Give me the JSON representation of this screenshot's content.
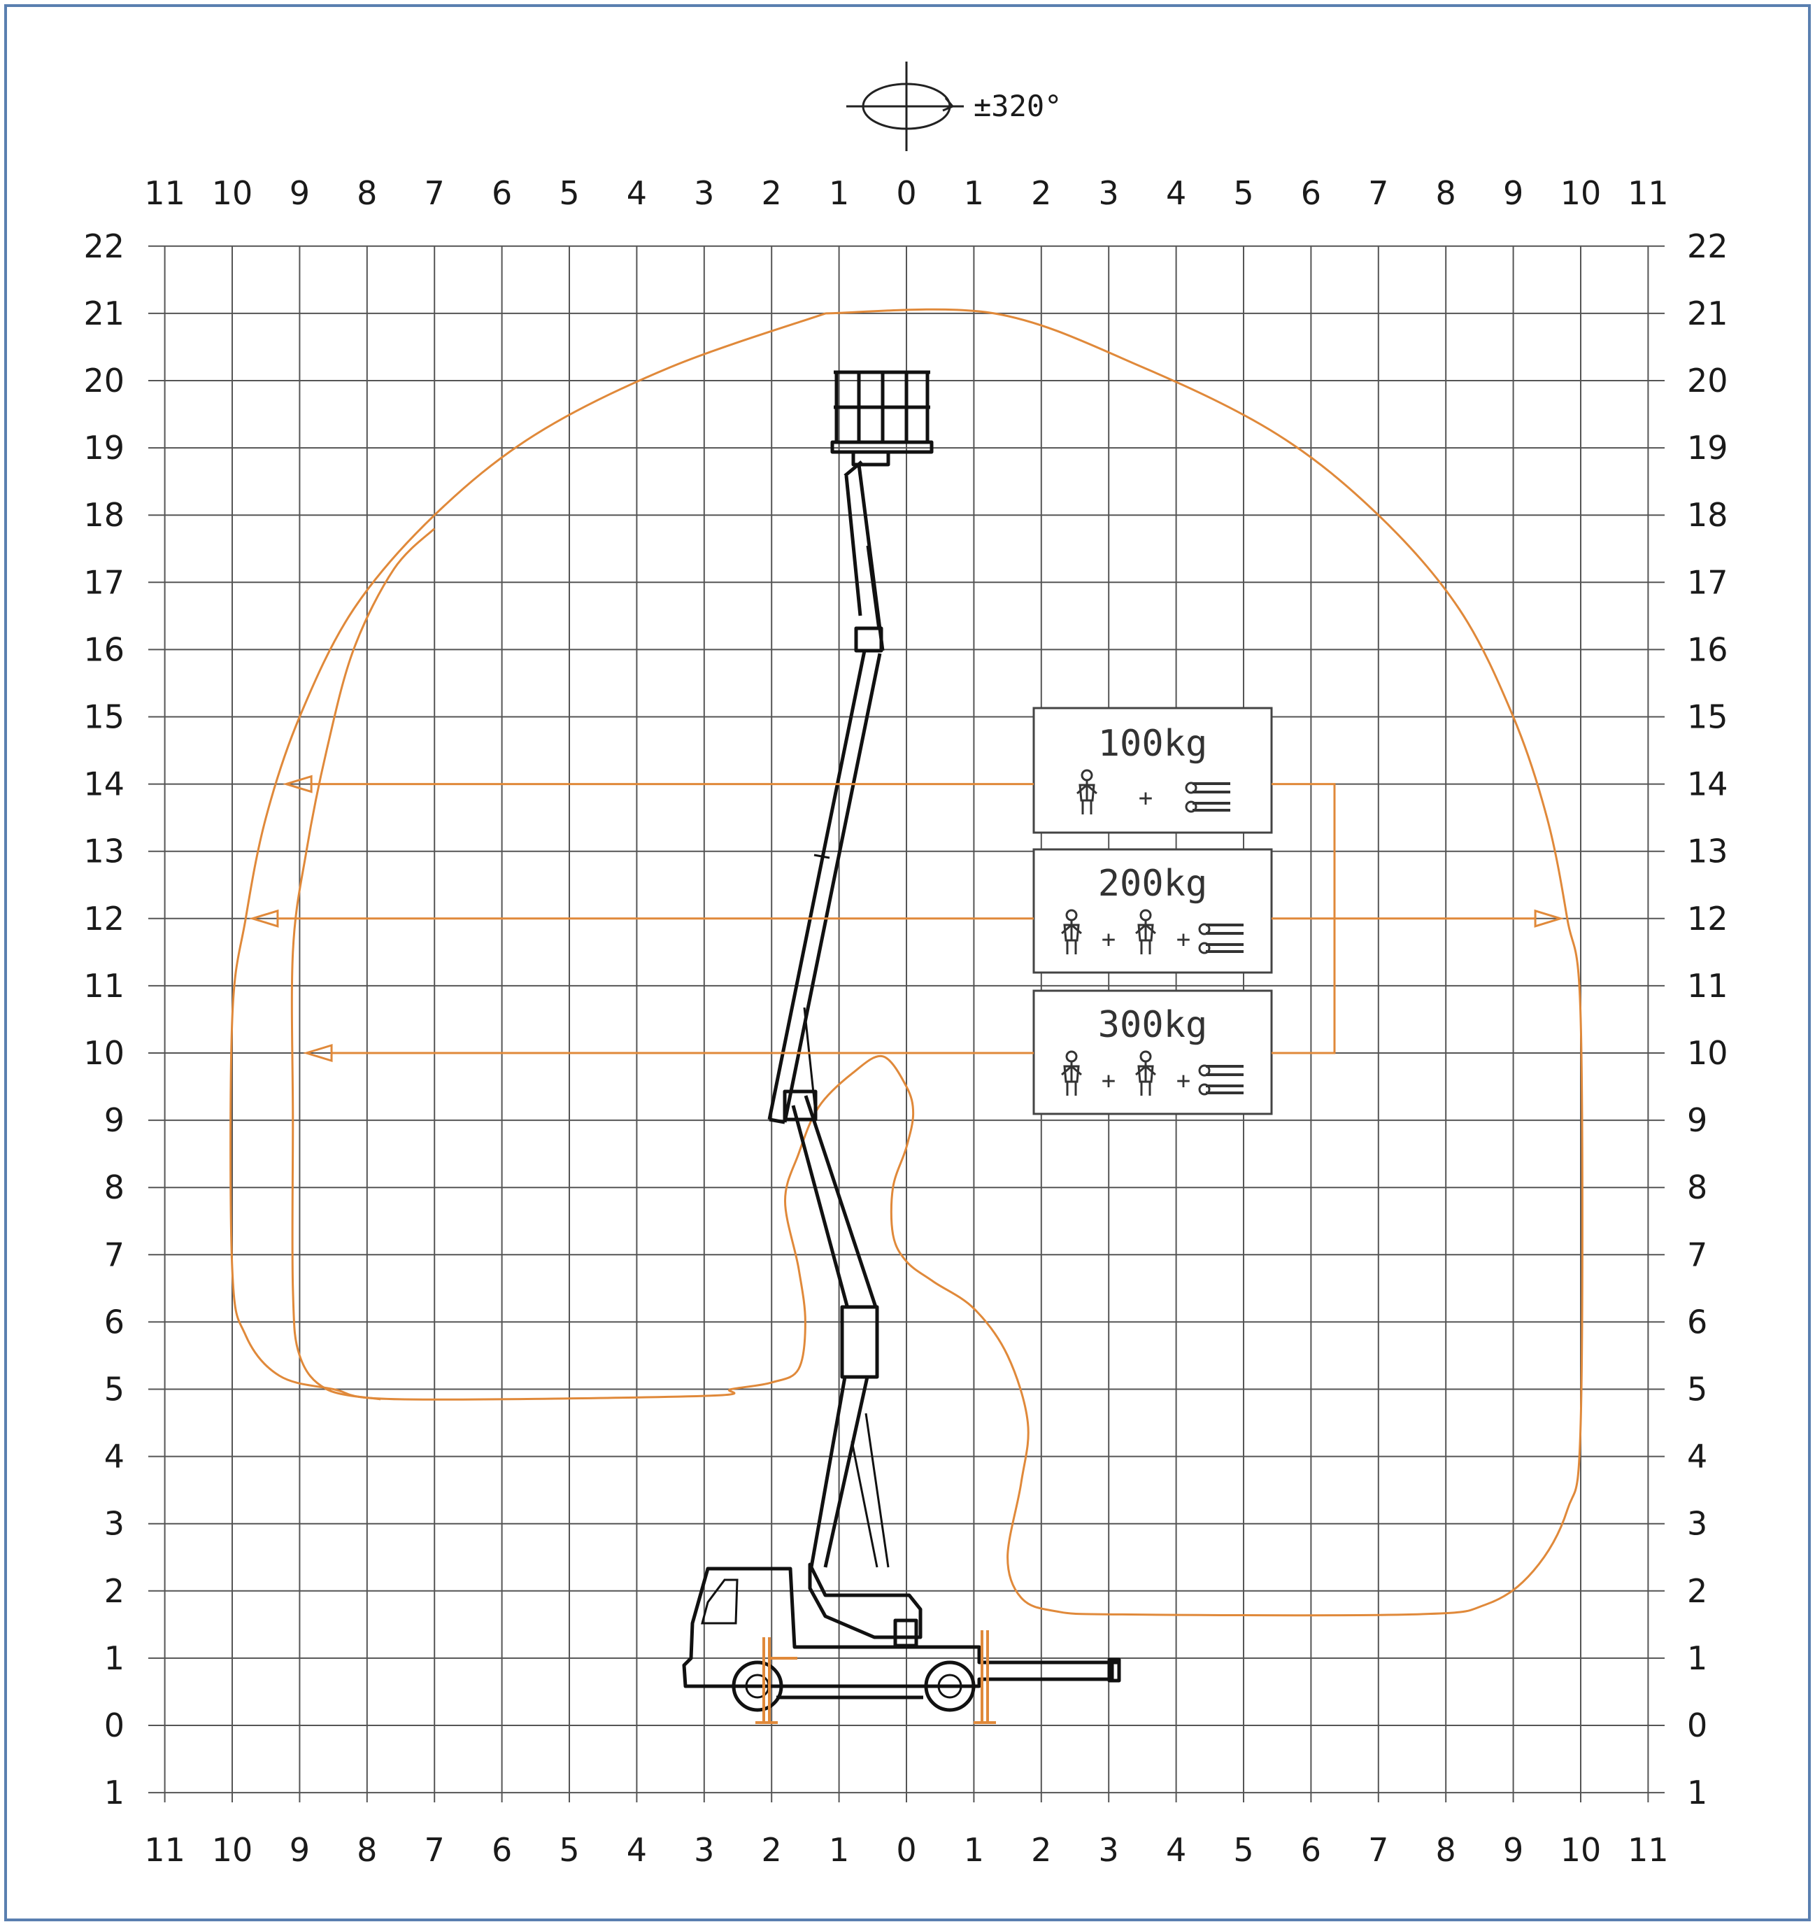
{
  "rotation": {
    "label": "±320°",
    "icon": "rotation-ellipse-icon"
  },
  "axes": {
    "x_ticks": [
      "11",
      "10",
      "9",
      "8",
      "7",
      "6",
      "5",
      "4",
      "3",
      "2",
      "1",
      "0",
      "1",
      "2",
      "3",
      "4",
      "5",
      "6",
      "7",
      "8",
      "9",
      "10",
      "11"
    ],
    "x_values": [
      -11,
      -10,
      -9,
      -8,
      -7,
      -6,
      -5,
      -4,
      -3,
      -2,
      -1,
      0,
      1,
      2,
      3,
      4,
      5,
      6,
      7,
      8,
      9,
      10,
      11
    ],
    "y_ticks_left": [
      "22",
      "21",
      "20",
      "19",
      "18",
      "17",
      "16",
      "15",
      "14",
      "13",
      "12",
      "11",
      "10",
      "9",
      "8",
      "7",
      "6",
      "5",
      "4",
      "3",
      "2",
      "1",
      "0",
      "1"
    ],
    "y_ticks_right": [
      "22",
      "21",
      "20",
      "19",
      "18",
      "17",
      "16",
      "15",
      "14",
      "13",
      "12",
      "11",
      "10",
      "9",
      "8",
      "7",
      "6",
      "5",
      "4",
      "3",
      "2",
      "1",
      "0",
      "1"
    ],
    "y_values": [
      22,
      21,
      20,
      19,
      18,
      17,
      16,
      15,
      14,
      13,
      12,
      11,
      10,
      9,
      8,
      7,
      6,
      5,
      4,
      3,
      2,
      1,
      0,
      -1
    ]
  },
  "load_boxes": [
    {
      "label": "100kg",
      "persons": 1,
      "tools": true,
      "outreach_left": -9.2,
      "outreach_right": null,
      "at_height": 14
    },
    {
      "label": "200kg",
      "persons": 2,
      "tools": true,
      "outreach_left": -9.7,
      "outreach_right": 9.7,
      "at_height": 12
    },
    {
      "label": "300kg",
      "persons": 2,
      "tools": true,
      "outreach_left": -8.9,
      "outreach_right": null,
      "at_height": 10
    }
  ],
  "plus_sign": "+",
  "colors": {
    "envelope": "#e0893a",
    "grid": "#555555",
    "frame": "#5a7fb0",
    "machine": "#111111"
  },
  "envelope_outer": [
    [
      -1.2,
      21
    ],
    [
      1.3,
      21
    ],
    [
      3.5,
      20.2
    ],
    [
      5.5,
      19.2
    ],
    [
      7.0,
      18.0
    ],
    [
      8.2,
      16.6
    ],
    [
      9.0,
      15.0
    ],
    [
      9.5,
      13.5
    ],
    [
      9.8,
      12.0
    ],
    [
      10.0,
      10.5
    ],
    [
      10.0,
      4.5
    ],
    [
      9.8,
      3.2
    ],
    [
      9.3,
      2.3
    ],
    [
      8.6,
      1.8
    ],
    [
      7.5,
      1.65
    ],
    [
      3.2,
      1.65
    ],
    [
      2.2,
      1.7
    ],
    [
      1.7,
      1.9
    ],
    [
      1.5,
      2.5
    ],
    [
      1.7,
      3.6
    ],
    [
      1.8,
      4.5
    ],
    [
      1.5,
      5.5
    ],
    [
      1.0,
      6.2
    ],
    [
      0.4,
      6.6
    ],
    [
      0.0,
      6.9
    ],
    [
      -0.2,
      7.3
    ],
    [
      -0.2,
      8.0
    ],
    [
      0.0,
      8.6
    ],
    [
      0.1,
      9.1
    ],
    [
      0.0,
      9.5
    ],
    [
      -0.35,
      9.95
    ],
    [
      -0.8,
      9.7
    ],
    [
      -1.3,
      9.2
    ],
    [
      -1.6,
      8.5
    ],
    [
      -1.8,
      7.8
    ],
    [
      -1.6,
      6.8
    ],
    [
      -1.5,
      6.0
    ],
    [
      -1.6,
      5.3
    ],
    [
      -2.0,
      5.1
    ],
    [
      -2.6,
      5.0
    ],
    [
      -3.0,
      4.9
    ],
    [
      -7.5,
      4.85
    ],
    [
      -8.5,
      5.0
    ],
    [
      -9.3,
      5.2
    ],
    [
      -9.8,
      5.8
    ],
    [
      -10.0,
      6.8
    ],
    [
      -10.0,
      10.5
    ],
    [
      -9.8,
      12.0
    ],
    [
      -9.5,
      13.5
    ],
    [
      -9.0,
      15.0
    ],
    [
      -8.2,
      16.6
    ],
    [
      -7.0,
      18.0
    ],
    [
      -5.5,
      19.2
    ],
    [
      -3.5,
      20.2
    ],
    [
      -1.2,
      21
    ]
  ],
  "envelope_inner": [
    [
      -7.0,
      17.8
    ],
    [
      -7.6,
      17.2
    ],
    [
      -8.2,
      16.0
    ],
    [
      -8.6,
      14.5
    ],
    [
      -8.9,
      13.0
    ],
    [
      -9.1,
      11.5
    ],
    [
      -9.1,
      9.0
    ],
    [
      -9.1,
      6.5
    ],
    [
      -9.0,
      5.5
    ],
    [
      -8.6,
      5.0
    ],
    [
      -7.8,
      4.85
    ]
  ]
}
